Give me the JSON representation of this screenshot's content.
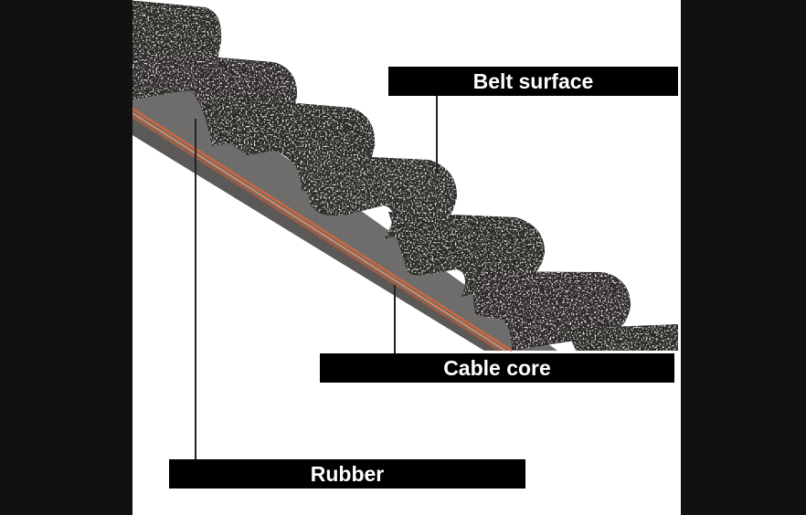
{
  "diagram": {
    "subject": "timing-belt-cross-section",
    "labels": {
      "belt_surface": "Belt surface",
      "cable_core": "Cable core",
      "rubber": "Rubber"
    },
    "colors": {
      "background": "#111111",
      "panel": "#ffffff",
      "belt_fabric": "#2b2a28",
      "rubber_back": "#6e6d6b",
      "cable": "#d2643c",
      "label_box": "#000000",
      "label_text": "#ffffff"
    }
  }
}
